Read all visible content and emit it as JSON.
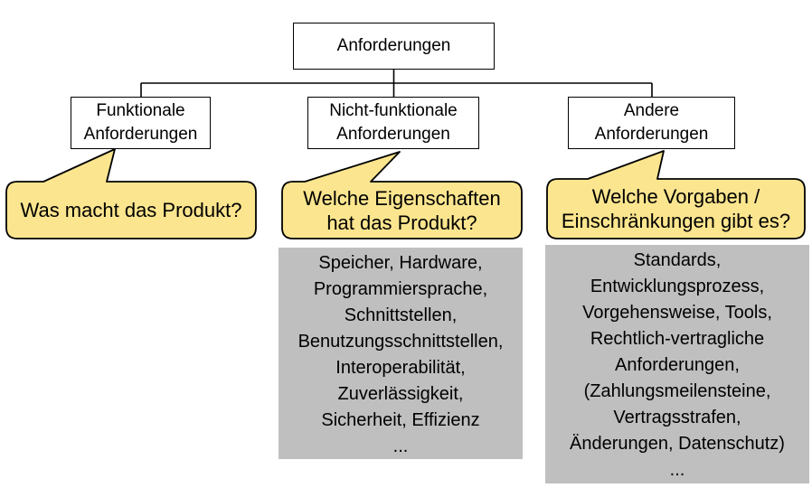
{
  "colors": {
    "bubble-fill": "#FBE58E",
    "bubble-border": "#000000",
    "panel-fill": "#BFBFBF",
    "box-fill": "#FFFFFF",
    "box-border": "#000000",
    "text": "#000000"
  },
  "diagram": {
    "root_label": "Anforderungen",
    "branches": [
      {
        "label": "Funktionale\nAnforderungen",
        "question": "Was macht das Produkt?",
        "details": []
      },
      {
        "label": "Nicht-funktionale\nAnforderungen",
        "question": "Welche Eigenschaften\nhat das Produkt?",
        "details": [
          "Speicher, Hardware,",
          "Programmiersprache,",
          "Schnittstellen,",
          "Benutzungsschnittstellen,",
          "Interoperabilität,",
          "Zuverlässigkeit,",
          "Sicherheit, Effizienz",
          "..."
        ]
      },
      {
        "label": "Andere\nAnforderungen",
        "question": "Welche Vorgaben /\nEinschränkungen gibt es?",
        "details": [
          "Standards,",
          "Entwicklungsprozess,",
          "Vorgehensweise, Tools,",
          "Rechtlich-vertragliche",
          "Anforderungen,",
          "(Zahlungsmeilensteine,",
          "Vertragsstrafen,",
          "Änderungen, Datenschutz)",
          "..."
        ]
      }
    ]
  }
}
